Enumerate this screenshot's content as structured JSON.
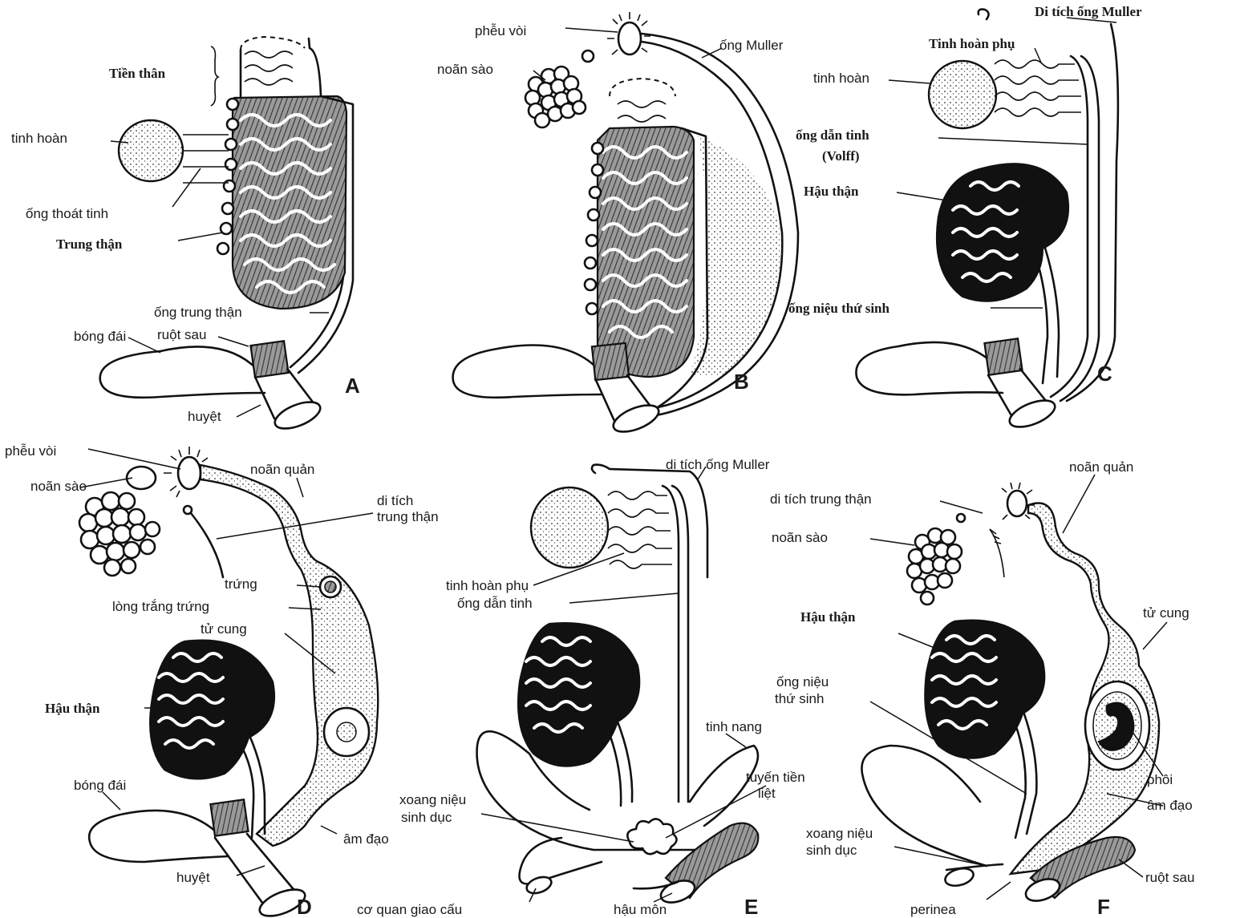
{
  "panels": {
    "A": {
      "letter": "A",
      "labels": {
        "tien_than": "Tiền thân",
        "tinh_hoan": "tinh hoàn",
        "ong_thoat_tinh": "ống thoát tinh",
        "trung_than": "Trung thận",
        "ong_trung_than": "ống trung thận",
        "bong_dai": "bóng đái",
        "ruot_sau": "ruột sau",
        "huyet": "huyệt"
      }
    },
    "B": {
      "letter": "B",
      "labels": {
        "pheu_voi": "phễu vòi",
        "noan_sao": "noãn sào",
        "ong_muller": "ống Muller"
      }
    },
    "C": {
      "letter": "C",
      "labels": {
        "di_tich_ong_muller": "Di tích ống Muller",
        "tinh_hoan_phu": "Tinh hoàn phụ",
        "tinh_hoan": "tinh hoàn",
        "ong_dan_tinh": "ống dẫn tinh",
        "volff": "(Volff)",
        "hau_than": "Hậu thận",
        "ong_nieu_thu_sinh": "ống niệu thứ sinh"
      }
    },
    "D": {
      "letter": "D",
      "labels": {
        "pheu_voi": "phễu vòi",
        "noan_sao": "noãn sào",
        "noan_quan": "noãn quản",
        "di_tich": "di tích",
        "trung_than": "trung thận",
        "trung": "trứng",
        "long_trang_trung": "lòng trắng trứng",
        "tu_cung": "tử cung",
        "hau_than": "Hậu thận",
        "bong_dai": "bóng đái",
        "am_dao": "âm đạo",
        "huyet": "huyệt"
      }
    },
    "E": {
      "letter": "E",
      "labels": {
        "di_tich_ong_muller": "di tích ống Muller",
        "tinh_hoan_phu": "tinh hoàn phụ",
        "ong_dan_tinh": "ống dẫn tinh",
        "tinh_nang": "tinh nang",
        "tuyen_tien": "tuyến tiền",
        "liet": "liệt",
        "xoang_nieu": "xoang niệu",
        "sinh_duc": "sinh dục",
        "co_quan_giao_cau": "cơ quan giao cấu",
        "hau_mon": "hậu môn"
      }
    },
    "F": {
      "letter": "F",
      "labels": {
        "noan_quan": "noãn quản",
        "di_tich_trung_than": "di tích trung thận",
        "noan_sao": "noãn sào",
        "hau_than": "Hậu thận",
        "tu_cung": "tử cung",
        "ong_nieu": "ống niệu",
        "thu_sinh": "thứ sinh",
        "phoi": "phôi",
        "am_dao": "âm đạo",
        "xoang_nieu": "xoang niệu",
        "sinh_duc": "sinh dục",
        "ruot_sau": "ruột sau",
        "perinea": "perinea"
      }
    }
  }
}
